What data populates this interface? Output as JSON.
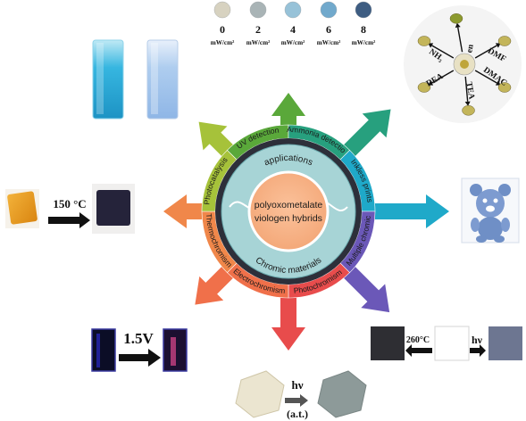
{
  "center": {
    "line1": "polyoxometalate",
    "line2": "viologen hybrids"
  },
  "inner_ring": {
    "top": "applications",
    "bottom": "Chromic  materials"
  },
  "segments": [
    {
      "label": "UV detection",
      "color": "#5aa83a"
    },
    {
      "label": "Ammonia detection",
      "color": "#27a07e"
    },
    {
      "label": "Inkless prints",
      "color": "#1fa9c9"
    },
    {
      "label": "Multiple chromic",
      "color": "#6b58b8"
    },
    {
      "label": "Photochromism",
      "color": "#e84c4c"
    },
    {
      "label": "Electrochromism",
      "color": "#f0704a"
    },
    {
      "label": "Thermochromism",
      "color": "#f0874a"
    },
    {
      "label": "Photocatalysis",
      "color": "#a6c23a"
    }
  ],
  "uv_scale": {
    "values": [
      "0",
      "2",
      "4",
      "6",
      "8"
    ],
    "unit": "mW/cm²",
    "colors": [
      "#d7d2c0",
      "#a9b4b6",
      "#97c2d8",
      "#71a9cc",
      "#3e5d82"
    ]
  },
  "ammonia_vapours": [
    "en",
    "DMF",
    "DMAC",
    "TEA",
    "DEA",
    "NH₃"
  ],
  "thermo_label": "150 °C",
  "electro_label": "1.5V",
  "photo_labels": {
    "top": "hν",
    "bottom": "(a.t.)"
  },
  "multi_labels": {
    "heat": "260°C",
    "light": "hν"
  }
}
